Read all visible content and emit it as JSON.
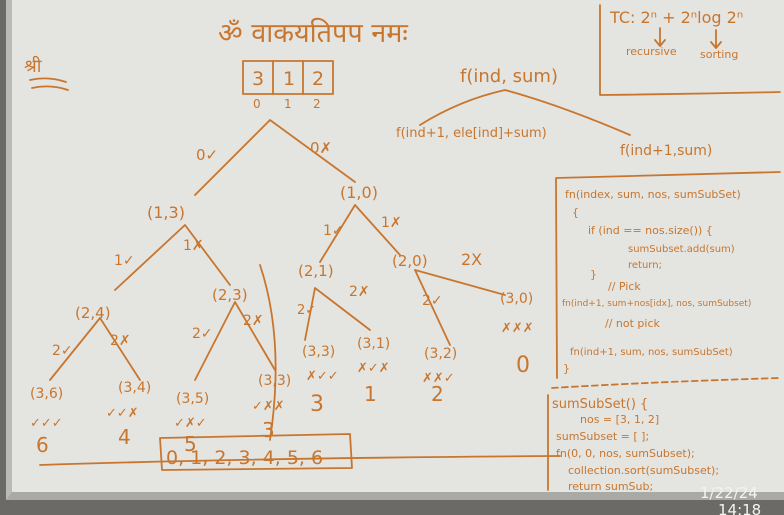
{
  "board": {
    "title": "ॐ वाकयतिपप नमः",
    "mark": "श्री",
    "timestamp_date": "1/22/24",
    "timestamp_time": "14:18"
  },
  "complexity": {
    "tc": "TC: 2ⁿ + 2ⁿlog 2ⁿ",
    "recursive": "recursive",
    "sorting": "sorting"
  },
  "array": {
    "values": [
      "3",
      "1",
      "2"
    ],
    "indices": [
      "0",
      "1",
      "2"
    ]
  },
  "generic_tree": {
    "root": "f(ind, sum)",
    "left": "f(ind+1, ele[ind]+sum)",
    "right": "f(ind+1,sum)"
  },
  "tree": {
    "root_left_edge": "0✓",
    "root_right_edge": "0✗",
    "n13": "(1,3)",
    "n10": "(1,0)",
    "e1v_a": "1✓",
    "e1x_a": "1✗",
    "e1v_b": "1✓",
    "e1x_b": "1✗",
    "n24": "(2,4)",
    "n23": "(2,3)",
    "n21": "(2,1)",
    "n20": "(2,0)",
    "e2v_a": "2✓",
    "e2x_a": "2✗",
    "e2v_b": "2✓",
    "e2x_b": "2✗",
    "e2v_c": "2✓",
    "e2x_c": "2✗",
    "e2v_d": "2✓",
    "e2x_d": "2X",
    "n36": "(3,6)",
    "n34": "(3,4)",
    "n35": "(3,5)",
    "n33a": "(3,3)",
    "n33b": "(3,3)",
    "n31": "(3,1)",
    "n32": "(3,2)",
    "n30": "(3,0)",
    "p36": "✓✓✓",
    "p34": "✓✓✗",
    "p35": "✓✗✓",
    "p33a": "✓✗✗",
    "p33b": "✗✓✓",
    "p31": "✗✓✗",
    "p32": "✗✗✓",
    "p30": "✗✗✗",
    "s36": "6",
    "s34": "4",
    "s35": "5",
    "s33a": "3",
    "s33b": "3",
    "s31": "1",
    "s32": "2",
    "s30": "0"
  },
  "result": "0, 1, 2, 3, 4, 5, 6",
  "code": {
    "lines": [
      "fn(index, sum, nos, sumSubSet)",
      "{",
      "if (ind == nos.size()) {",
      "sumSubset.add(sum)",
      "return;",
      "}",
      "// Pick",
      "fn(ind+1, sum+nos[idx], nos, sumSubset)",
      "// not pick",
      "fn(ind+1, sum, nos, sumSubSet)",
      "}"
    ],
    "main_lines": [
      "sumSubSet() {",
      "nos = [3, 1, 2]",
      "sumSubset = [ ];",
      "fn(0, 0, nos, sumSubset);",
      "collection.sort(sumSubset);",
      "return sumSub;"
    ]
  }
}
